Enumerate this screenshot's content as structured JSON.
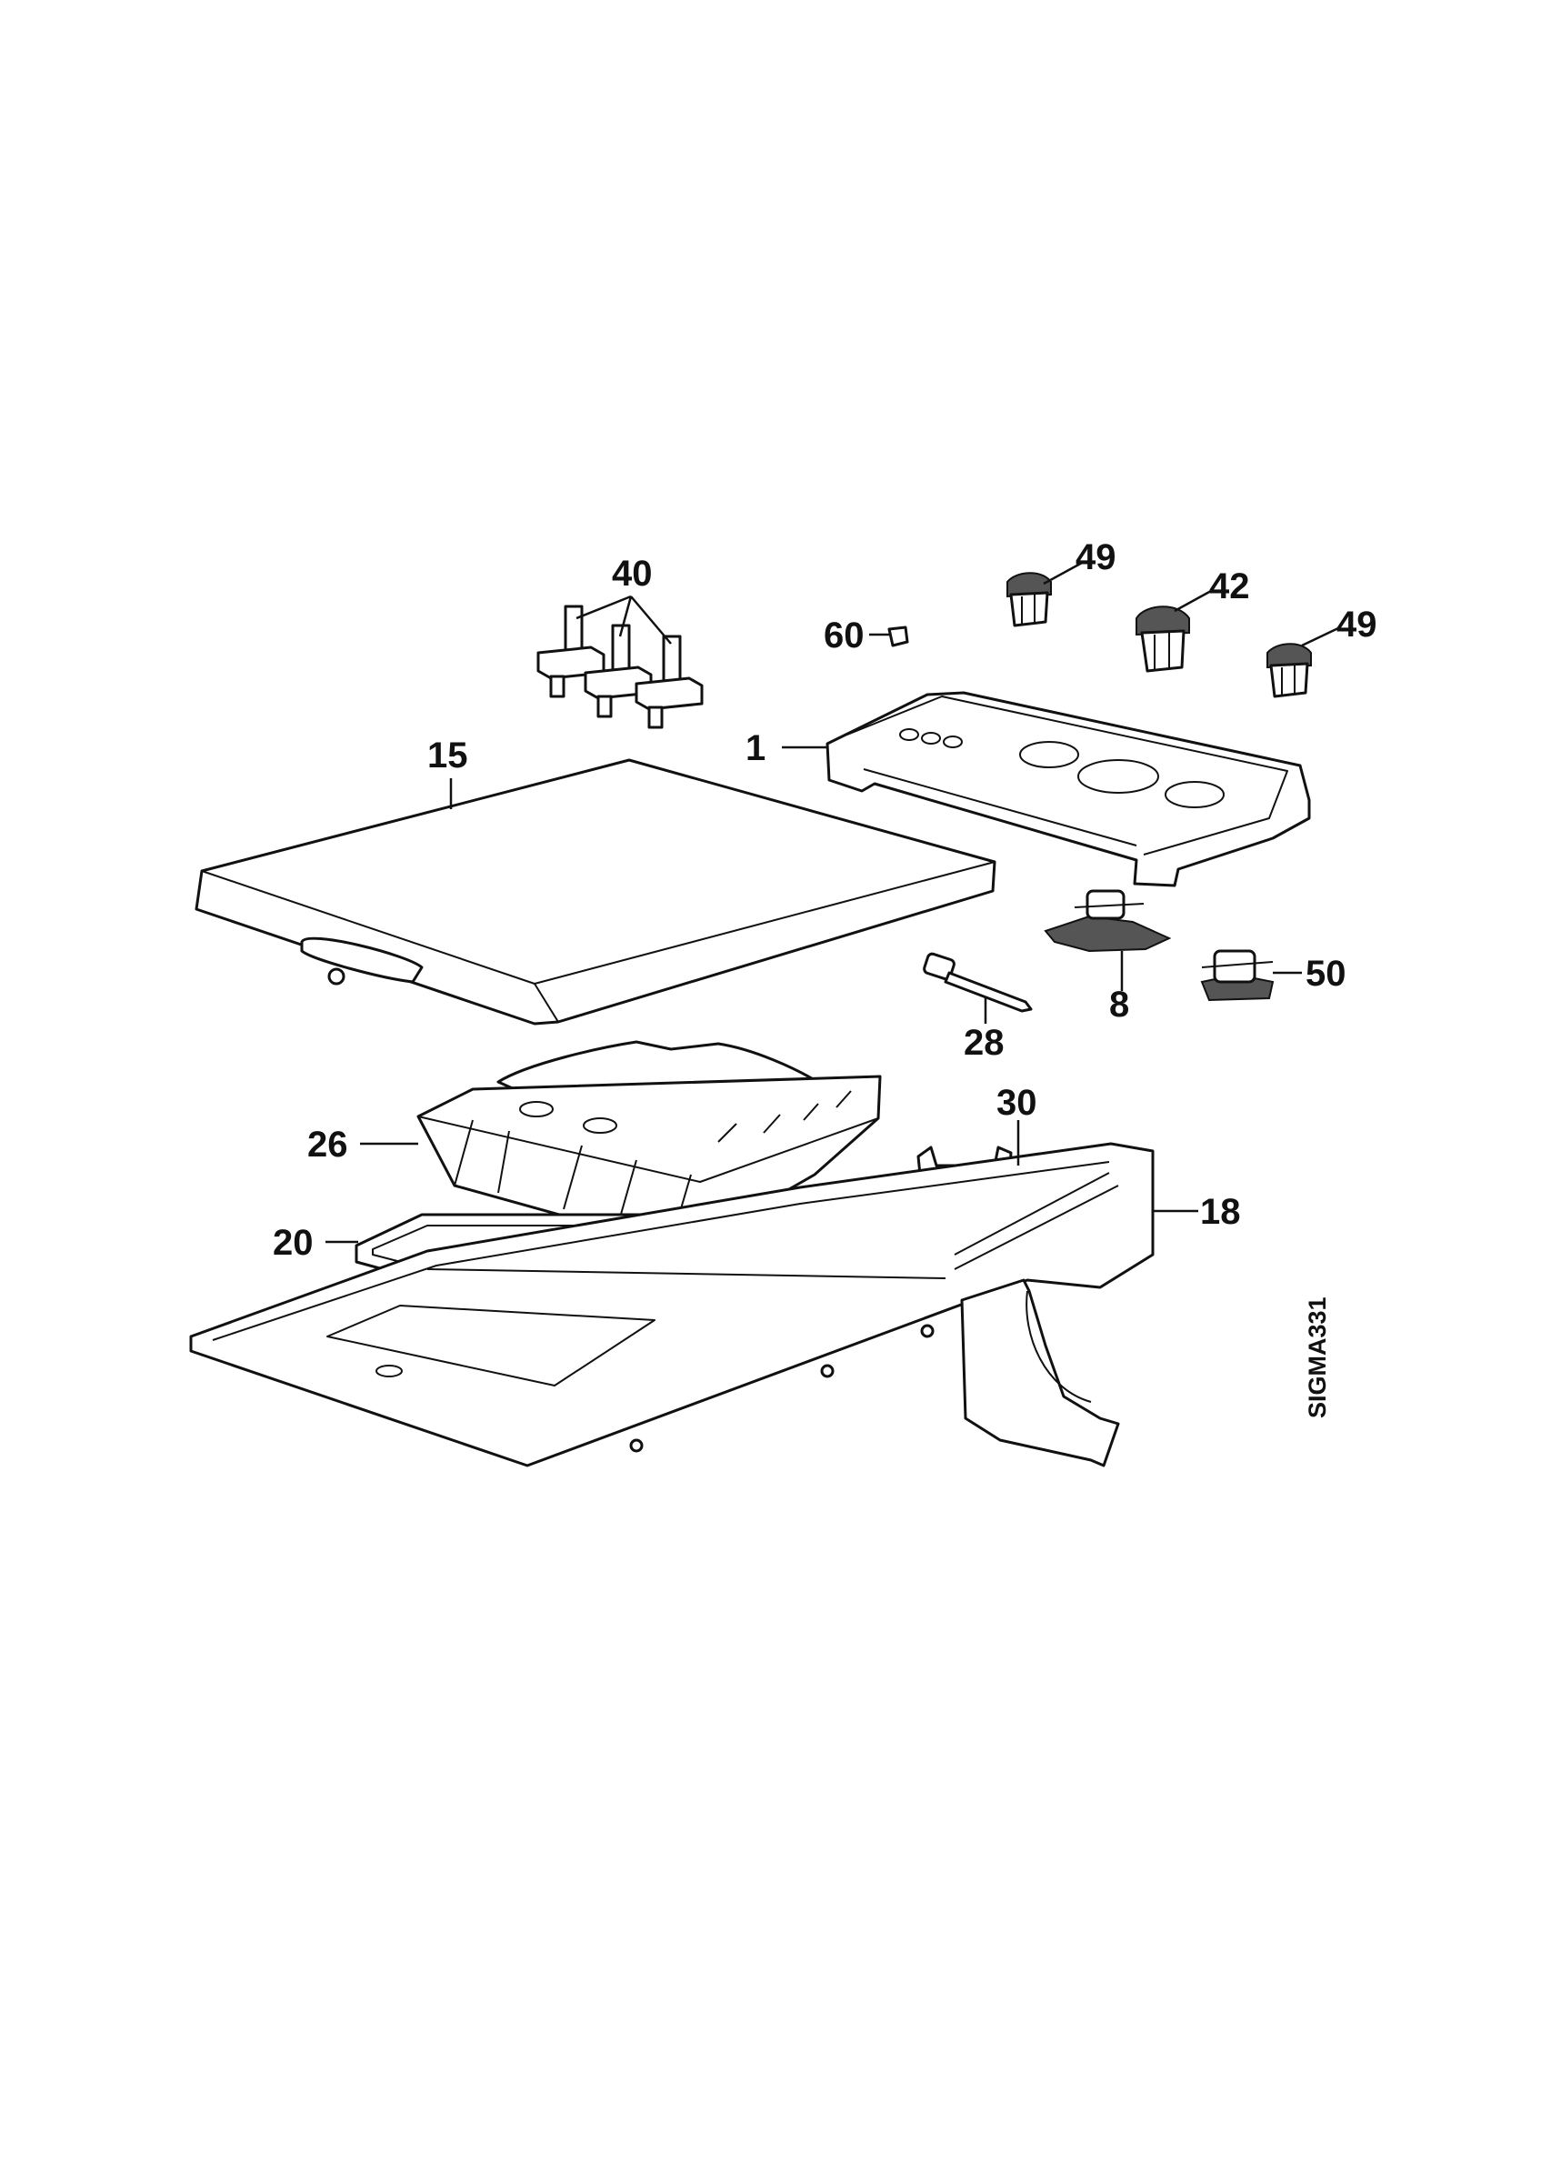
{
  "diagram": {
    "drawing_code": "SIGMA331",
    "callouts": [
      "40",
      "49",
      "42",
      "49",
      "60",
      "1",
      "15",
      "8",
      "50",
      "28",
      "30",
      "26",
      "18",
      "20"
    ]
  }
}
